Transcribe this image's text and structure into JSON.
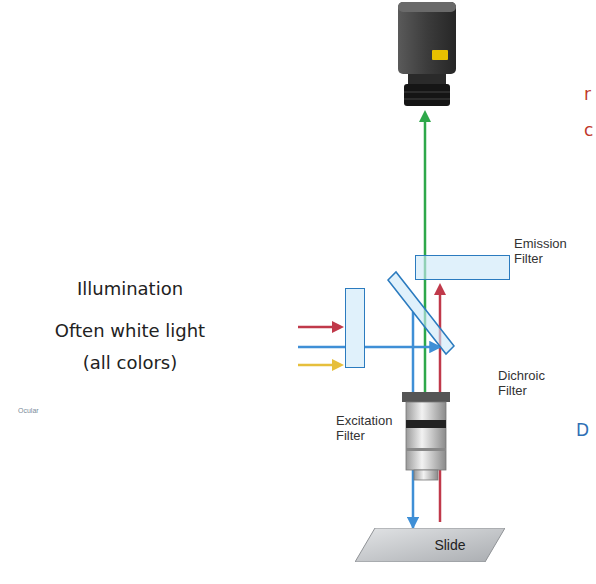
{
  "diagram": {
    "nodes": [
      {
        "text": [
          "Emission Filter"
        ]
      },
      {
        "text": [
          "Dichroic Filter"
        ]
      },
      {
        "text": [
          "Excitation Filter"
        ]
      },
      {
        "text": [
          "Slide"
        ]
      }
    ],
    "edges": [
      {
        "from": 2,
        "to": 1,
        "arrow": "to"
      },
      {
        "from": 1,
        "to": 3,
        "arrow": "to"
      }
    ],
    "labels": [
      "Illumination",
      "Often white light (all colors)",
      "Ocular",
      "r",
      "c",
      "D"
    ]
  }
}
